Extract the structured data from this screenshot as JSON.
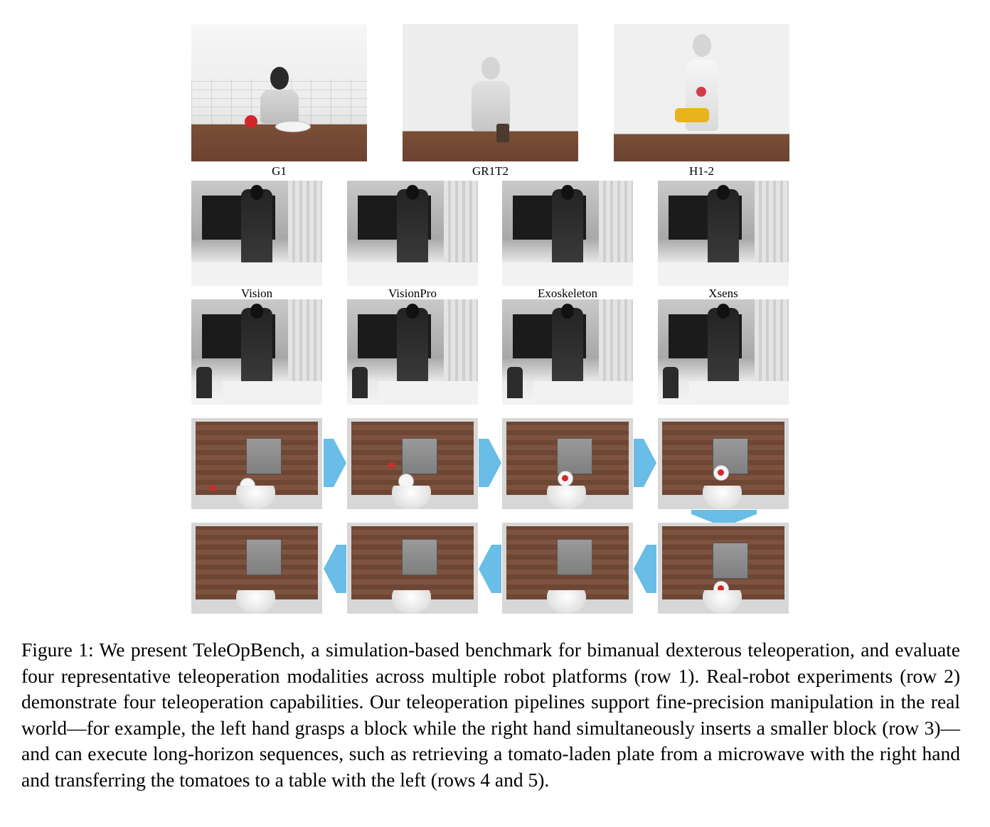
{
  "figure": {
    "row1_labels": [
      "G1",
      "GR1T2",
      "H1-2"
    ],
    "row2_labels": [
      "Vision",
      "VisionPro",
      "Exoskeleton",
      "Xsens"
    ],
    "colors": {
      "arrow": "#69bde7",
      "wood": "#7a4f37"
    }
  },
  "caption": {
    "text": "Figure 1: We present TeleOpBench, a simulation-based benchmark for bimanual dexterous teleoperation, and evaluate four representative teleoperation modalities across multiple robot platforms (row 1). Real-robot experiments (row 2) demonstrate four teleoperation capabilities. Our teleoperation pipelines support fine-precision manipulation in the real world—for example, the left hand grasps a block while the right hand simultaneously inserts a smaller block (row 3)—and can execute long-horizon sequences, such as retrieving a tomato-laden plate from a microwave with the right hand and transferring the tomatoes to a table with the left (rows 4 and 5)."
  }
}
